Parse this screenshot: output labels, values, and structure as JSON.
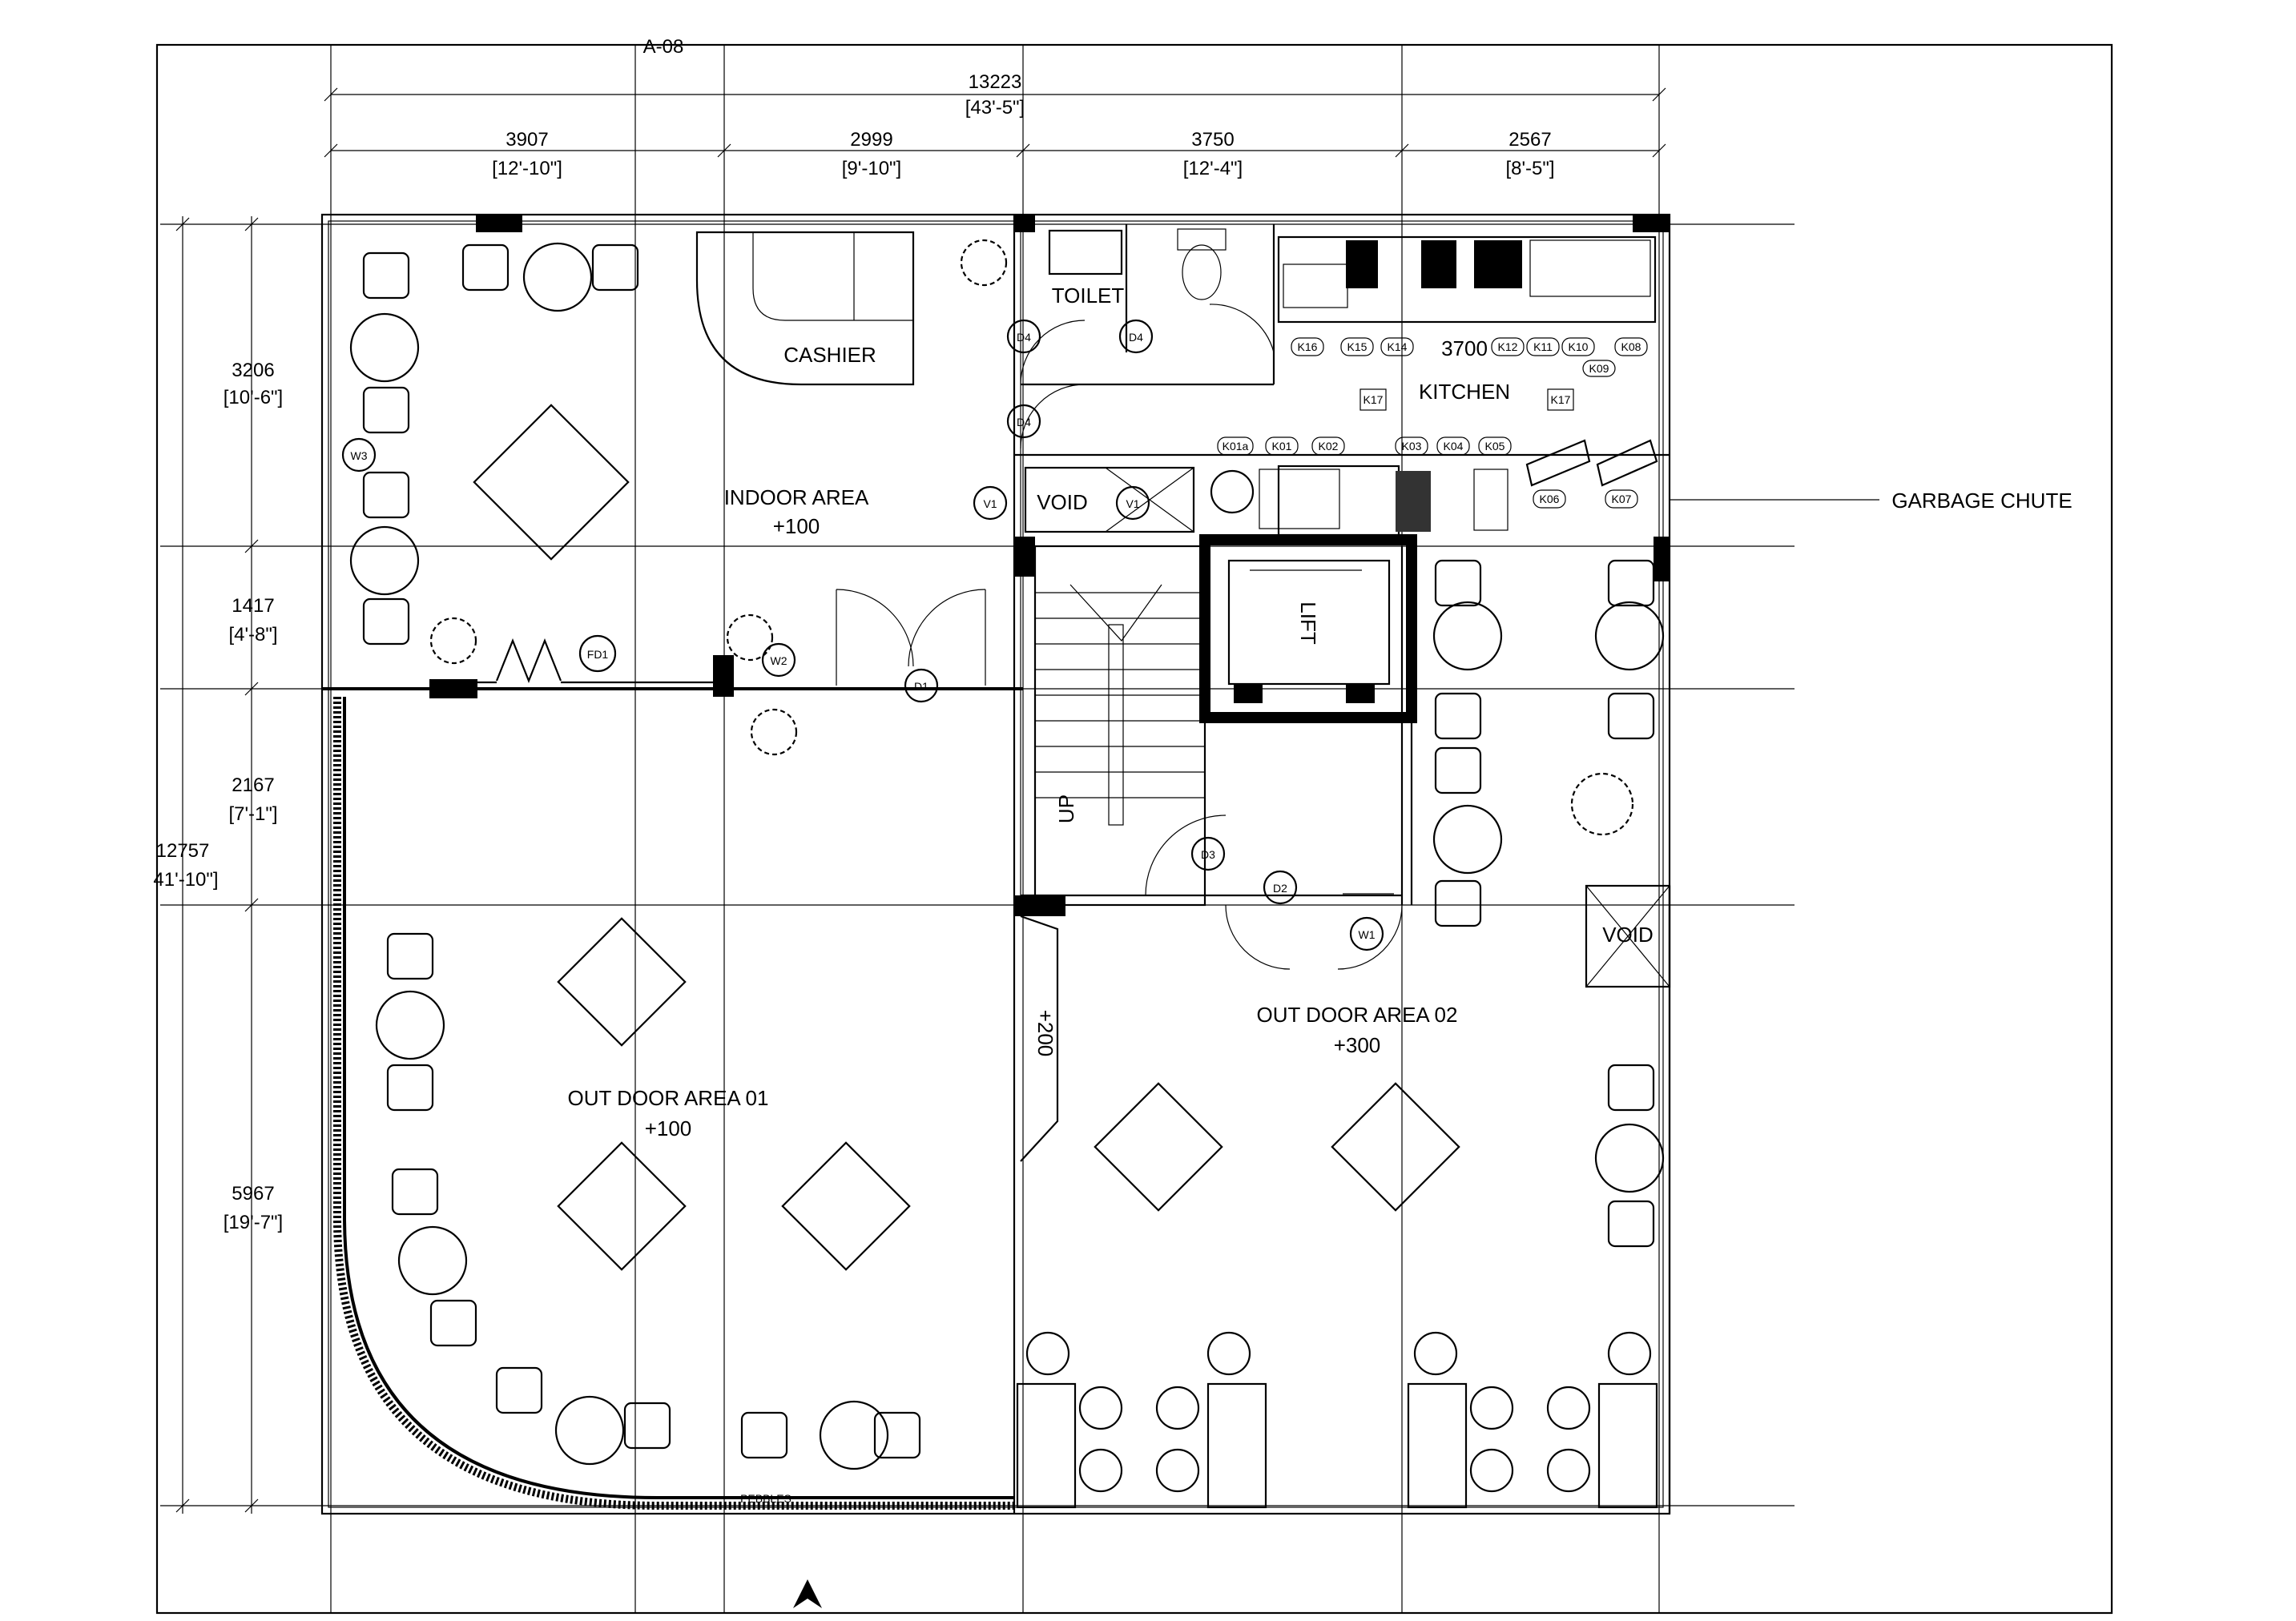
{
  "sheet": {
    "ref": "A-08"
  },
  "dims_top": {
    "total": "13223",
    "total_ft": "[43'-5\"]",
    "cols": [
      {
        "mm": "3907",
        "ft": "[12'-10\"]"
      },
      {
        "mm": "2999",
        "ft": "[9'-10\"]"
      },
      {
        "mm": "3750",
        "ft": "[12'-4\"]"
      },
      {
        "mm": "2567",
        "ft": "[8'-5\"]"
      }
    ]
  },
  "dims_left": {
    "total": "12757",
    "total_ft": "41'-10\"]",
    "rows": [
      {
        "mm": "3206",
        "ft": "[10'-6\"]"
      },
      {
        "mm": "1417",
        "ft": "[4'-8\"]"
      },
      {
        "mm": "2167",
        "ft": "[7'-1\"]"
      },
      {
        "mm": "5967",
        "ft": "[19'-7\"]"
      }
    ]
  },
  "rooms": {
    "cashier": "CASHIER",
    "toilet": "TOILET",
    "kitchen": "KITCHEN",
    "kitchen_dim": "3700",
    "indoor": "INDOOR AREA",
    "indoor_level": "+100",
    "lift": "LIFT",
    "up": "UP",
    "void": "VOID",
    "outdoor1": "OUT DOOR AREA 01",
    "outdoor1_level": "+100",
    "outdoor2": "OUT DOOR AREA 02",
    "outdoor2_level": "+300",
    "ramp_level": "+200",
    "pebbles": "PEBBLES",
    "garbage": "GARBAGE CHUTE"
  },
  "tags": {
    "w3": "W3",
    "fd1": "FD1",
    "w2": "W2",
    "d1": "D1",
    "d2": "D2",
    "d3": "D3",
    "d4": "D4",
    "v1": "V1",
    "w1": "W1"
  },
  "kitchen_tags": {
    "top": [
      "K16",
      "K15",
      "K14",
      "K12",
      "K11",
      "K10",
      "K08"
    ],
    "k09": "K09",
    "k17": "K17",
    "mid": [
      "K01a",
      "K01",
      "K02",
      "K03",
      "K04",
      "K05"
    ],
    "k06": "K06",
    "k07": "K07"
  }
}
